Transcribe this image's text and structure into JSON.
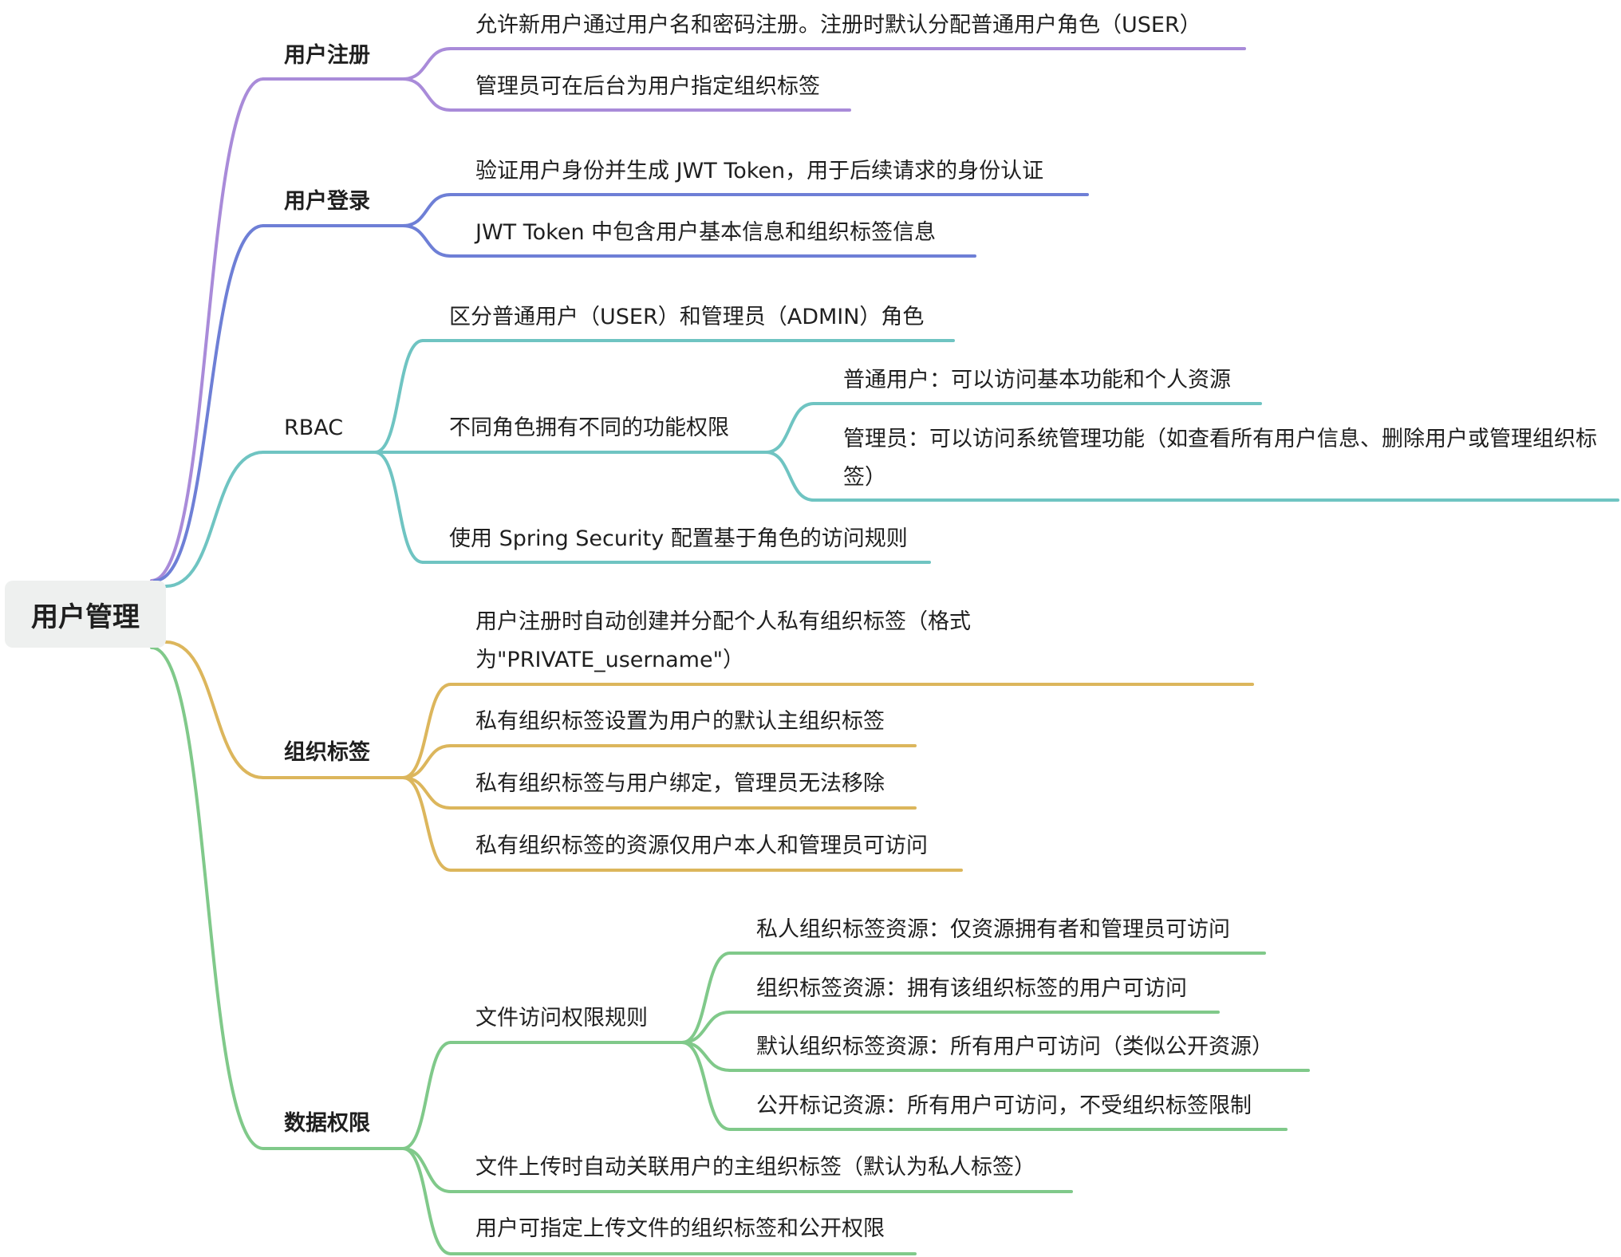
{
  "root": "用户管理",
  "colors": {
    "purple": "#a98bd9",
    "blue": "#6e7fd6",
    "teal": "#6fc4c2",
    "gold": "#dcb65c",
    "green": "#80c98a"
  },
  "branches": [
    {
      "label": "用户注册",
      "children": [
        {
          "text": "允许新用户通过用户名和密码注册。注册时默认分配普通用户角色（USER）"
        },
        {
          "text": "管理员可在后台为用户指定组织标签"
        }
      ]
    },
    {
      "label": "用户登录",
      "children": [
        {
          "text": "验证用户身份并生成 JWT Token，用于后续请求的身份认证"
        },
        {
          "text": "JWT Token 中包含用户基本信息和组织标签信息"
        }
      ]
    },
    {
      "label": "RBAC",
      "children": [
        {
          "text": "区分普通用户（USER）和管理员（ADMIN）角色"
        },
        {
          "text": "不同角色拥有不同的功能权限",
          "children": [
            {
              "text": "普通用户：可以访问基本功能和个人资源"
            },
            {
              "text": "管理员：可以访问系统管理功能（如查看所有用户信息、删除用户或管理组织标签）"
            }
          ]
        },
        {
          "text": "使用 Spring Security 配置基于角色的访问规则"
        }
      ]
    },
    {
      "label": "组织标签",
      "children": [
        {
          "text": "用户注册时自动创建并分配个人私有组织标签（格式为\"PRIVATE_username\"）"
        },
        {
          "text": "私有组织标签设置为用户的默认主组织标签"
        },
        {
          "text": "私有组织标签与用户绑定，管理员无法移除"
        },
        {
          "text": "私有组织标签的资源仅用户本人和管理员可访问"
        }
      ]
    },
    {
      "label": "数据权限",
      "children": [
        {
          "text": "文件访问权限规则",
          "children": [
            {
              "text": "私人组织标签资源：仅资源拥有者和管理员可访问"
            },
            {
              "text": "组织标签资源：拥有该组织标签的用户可访问"
            },
            {
              "text": "默认组织标签资源：所有用户可访问（类似公开资源）"
            },
            {
              "text": "公开标记资源：所有用户可访问，不受组织标签限制"
            }
          ]
        },
        {
          "text": "文件上传时自动关联用户的主组织标签（默认为私人标签）"
        },
        {
          "text": "用户可指定上传文件的组织标签和公开权限"
        }
      ]
    }
  ]
}
